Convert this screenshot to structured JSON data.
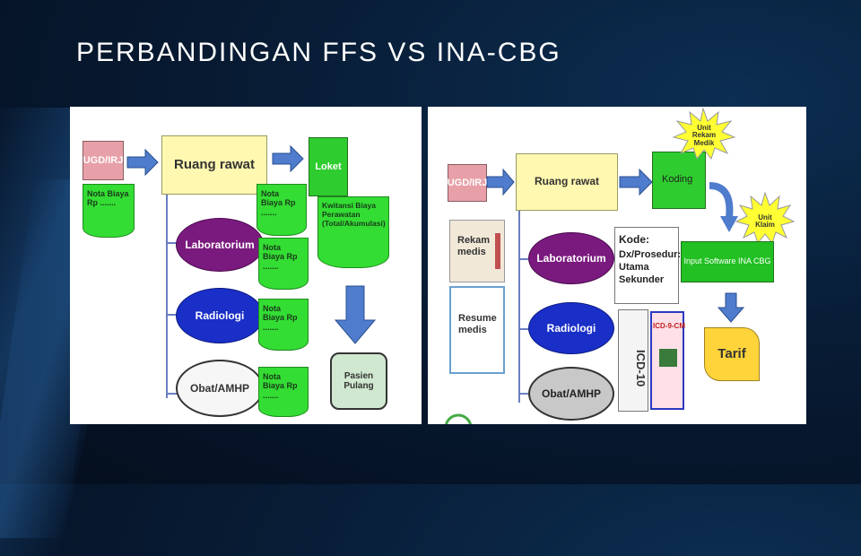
{
  "slide_title": "PERBANDINGAN FFS VS INA-CBG",
  "left": {
    "ugd": "UGD/IRJ",
    "ruang_rawat": "Ruang rawat",
    "loket": "Loket",
    "laboratorium": "Laboratorium",
    "radiologi": "Radiologi",
    "obat": "Obat/AMHP",
    "pasien_pulang": "Pasien Pulang",
    "nota_a": "Nota Biaya Rp .......",
    "nota_b": "Nota Biaya Rp .......",
    "nota_c": "Nota Biaya Rp .......",
    "nota_d": "Nota Biaya Rp .......",
    "nota_e": "Nota Biaya Rp .......",
    "kwitansi": "Kwitansi Biaya Perawatan (Total/Akumulasi)"
  },
  "right": {
    "ugd": "UGD/IRJ",
    "ruang_rawat": "Ruang rawat",
    "laboratorium": "Laboratorium",
    "radiologi": "Radiologi",
    "obat": "Obat/AMHP",
    "koding": "Koding",
    "unit_rekam_medik": "Unit Rekam Medik",
    "unit_klaim": "Unit Klaim",
    "input_software": "Input Software INA CBG",
    "tarif": "Tarif",
    "rekam_medis": "Rekam medis",
    "resume_medis": "Resume medis",
    "kode_title": "Kode:",
    "kode_lines": "Dx/Prosedur: Utama Sekunder",
    "icd10": "ICD-10",
    "icd9cm": "ICD-9-CM"
  }
}
